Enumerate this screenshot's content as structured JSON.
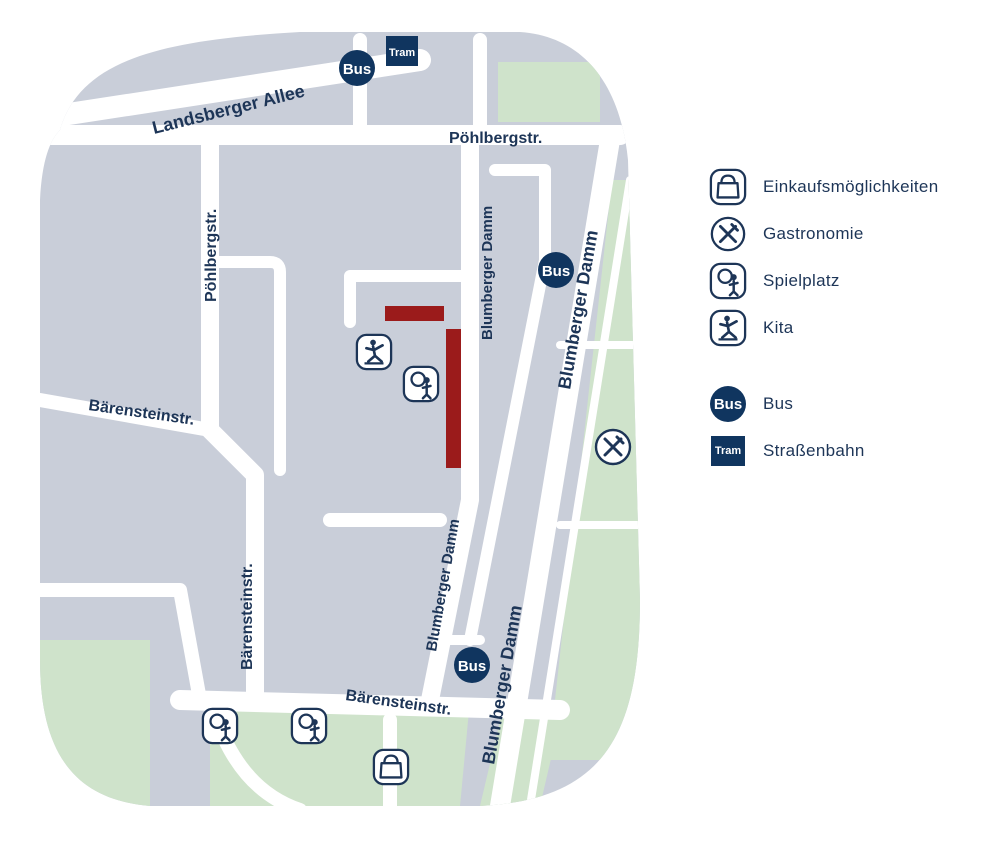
{
  "streets": {
    "landsberger_allee": "Landsberger Allee",
    "poehlbergstr_top": "Pöhlbergstr.",
    "poehlbergstr_left": "Pöhlbergstr.",
    "baerensteinstr_left": "Bärensteinstr.",
    "baerensteinstr_vertical": "Bärensteinstr.",
    "baerensteinstr_bottom": "Bärensteinstr.",
    "blumberger_damm_inner_top": "Blumberger Damm",
    "blumberger_damm_inner_bottom": "Blumberger Damm",
    "blumberger_damm_main_top": "Blumberger Damm",
    "blumberger_damm_main_bottom": "Blumberger Damm"
  },
  "badges": {
    "bus": "Bus",
    "tram": "Tram"
  },
  "legend": {
    "shopping": "Einkaufsmöglichkeiten",
    "gastronomy": "Gastronomie",
    "playground": "Spielplatz",
    "kita": "Kita",
    "bus": "Bus",
    "tram": "Straßenbahn"
  },
  "colors": {
    "block": "#c9ced9",
    "road": "#ffffff",
    "green": "#cfe3cb",
    "navy": "#10355f",
    "highlight": "#9b1b1b"
  },
  "icons": {
    "shopping": "shopping-bag-icon",
    "gastronomy": "fork-knife-icon",
    "playground": "playground-icon",
    "kita": "kita-child-icon",
    "bus": "bus-badge",
    "tram": "tram-badge"
  }
}
